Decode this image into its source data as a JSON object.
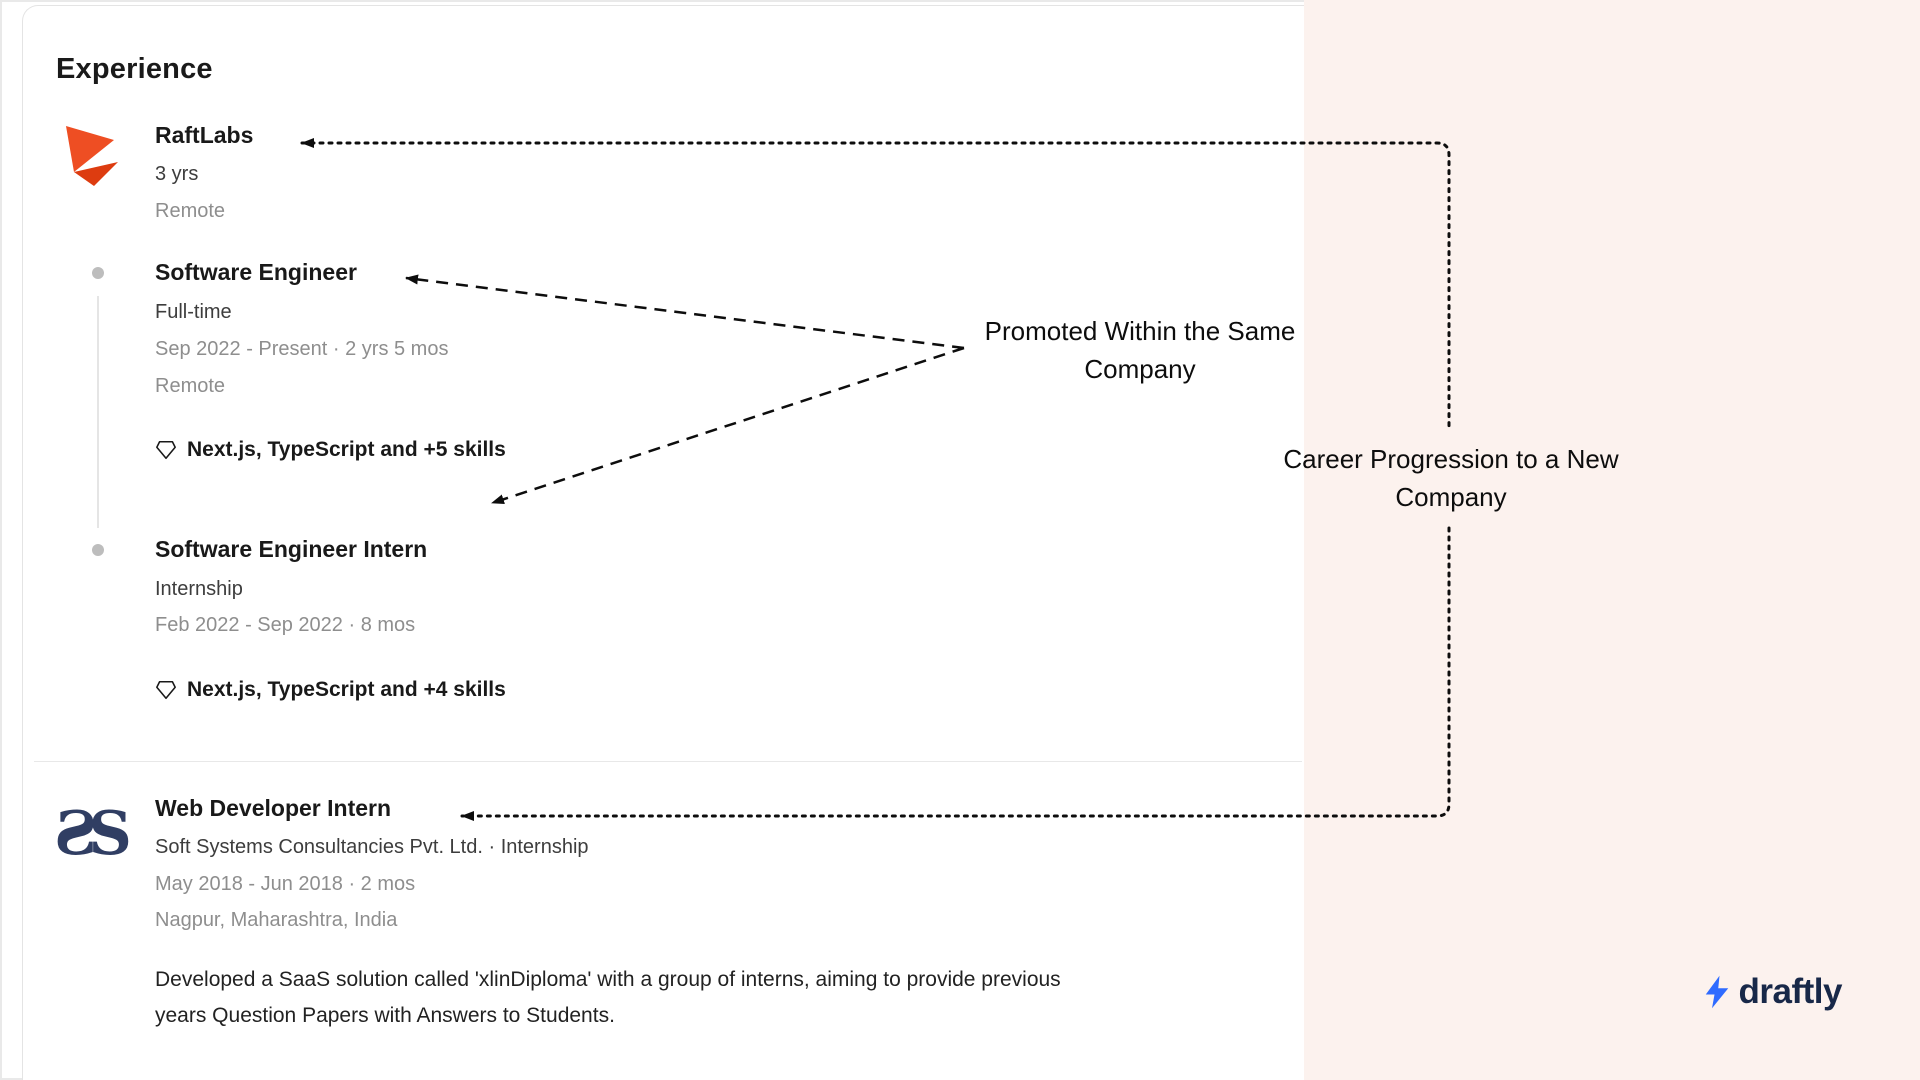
{
  "colors": {
    "background_panel": "#fcf2ee",
    "raftlabs_logo_orange": "#ee4e23",
    "soft_systems_logo_navy": "#303e63",
    "draftly_bolt_blue": "#2f6bff",
    "draftly_text_navy": "#182848",
    "annotation_line_black": "#0d0d0d",
    "muted_text_gray": "#8e8e8e"
  },
  "experience": {
    "heading": "Experience",
    "raftlabs": {
      "company": "RaftLabs",
      "total_duration": "3 yrs",
      "location": "Remote",
      "roles": [
        {
          "title": "Software Engineer",
          "employment_type": "Full-time",
          "dates": "Sep 2022 - Present · 2 yrs 5 mos",
          "location": "Remote",
          "skills": "Next.js, TypeScript and +5 skills"
        },
        {
          "title": "Software Engineer Intern",
          "employment_type": "Internship",
          "dates": "Feb 2022 - Sep 2022 · 8 mos",
          "skills": "Next.js, TypeScript and +4 skills"
        }
      ]
    },
    "soft_systems": {
      "title": "Web Developer Intern",
      "company_line": "Soft Systems Consultancies Pvt. Ltd. · Internship",
      "dates": "May 2018 - Jun 2018 · 2 mos",
      "location": "Nagpur, Maharashtra, India",
      "description": "Developed a SaaS solution called 'xlinDiploma' with a group of interns, aiming to provide previous years Question Papers with Answers to Students."
    }
  },
  "annotations": {
    "promoted": {
      "line1": "Promoted Within the Same",
      "line2": "Company"
    },
    "career": {
      "line1": "Career Progression to a New",
      "line2": "Company"
    }
  },
  "branding": {
    "name": "draftly",
    "icon": "lightning-bolt-icon"
  }
}
